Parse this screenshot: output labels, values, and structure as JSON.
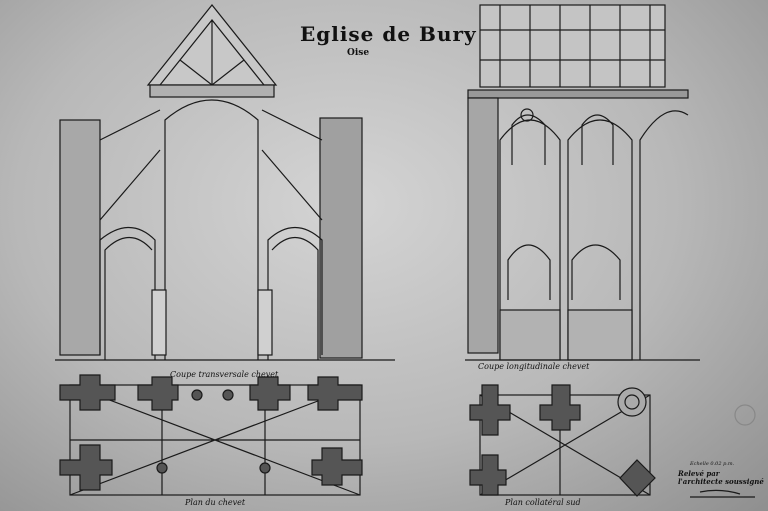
{
  "title": "Eglise de Bury",
  "subtitle": "Oise",
  "captions": {
    "transverse_section": "Coupe transversale chevet",
    "longitudinal_section": "Coupe longitudinale chevet",
    "chevet_plan": "Plan du chevet",
    "south_aisle_plan": "Plan collatéral sud"
  },
  "annotations": {
    "scale": "Echelle 0.02 p.m.",
    "surveyed_by": "Relevé par l'architecte soussigné"
  }
}
